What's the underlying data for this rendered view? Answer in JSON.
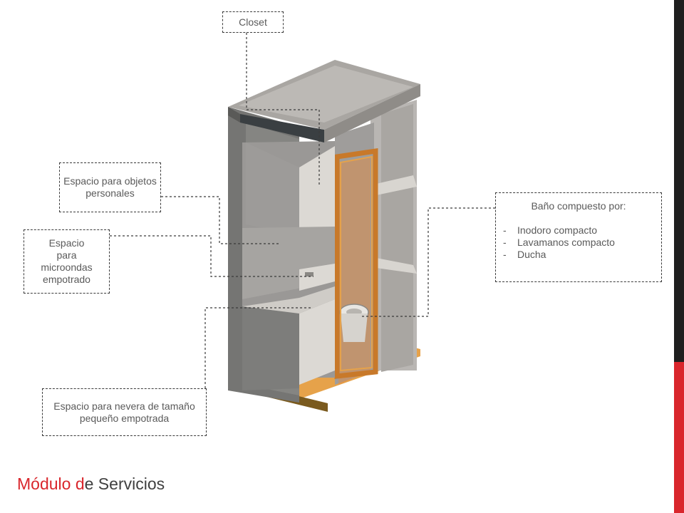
{
  "callouts": {
    "closet": "Closet",
    "personales": "Espacio para objetos personales",
    "microondas": "Espacio para microondas empotrado",
    "nevera": "Espacio para nevera de tamaño pequeño empotrada",
    "bano": {
      "title": "Baño compuesto por:",
      "items": [
        "Inodoro compacto",
        "Lavamanos compacto",
        "Ducha"
      ]
    }
  },
  "title": {
    "accent_part1": "Módulo ",
    "accent_part2": "d",
    "rest": "e Servicios"
  },
  "colors": {
    "accent": "#d9262c",
    "side_bar_dark": "#1f1f1f",
    "wood": "#e0952e"
  }
}
